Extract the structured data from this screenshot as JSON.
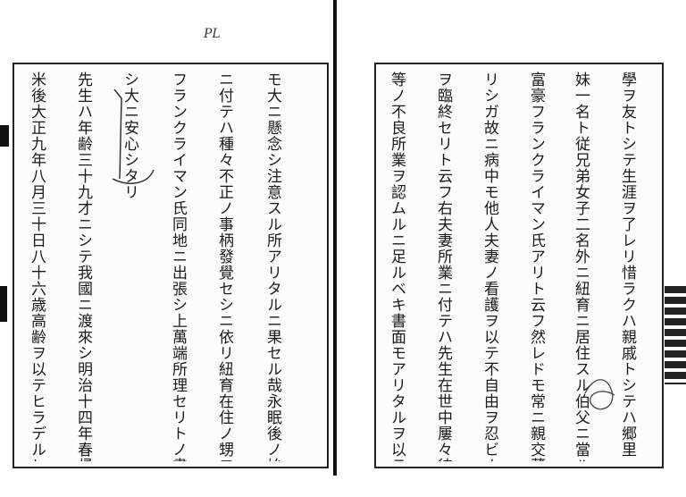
{
  "document": {
    "left_page": {
      "columns": [
        "米後大正九年八月三十日八十六歳高齢ヲ以テヒラデルヒヤ",
        "先生ハ年齢三十九才ニシテ我國ニ渡來シ明治十四年春帰",
        "シ大ニ安心シタリ",
        "フランクライマン氏同地ニ出張シ上萬端所理セリトノ書状ヲ接",
        "ニ付テハ種々不正ノ事柄發覺セシニ依リ紐育在住ノ甥フ",
        "モ大ニ懸念シ注意スル所アリタルニ果セル哉永眠後ノ始末"
      ],
      "margin_note": "PL"
    },
    "right_page": {
      "columns": [
        "等ノ不良所業ヲ認ムルニ足ルベキ書面モアリタルヲ以テ贈金ニ付テ",
        "ヲ臨終セリト云フ右夫妻所業ニ付テハ先生在世中屢々彼",
        "リシガ故ニ病中モ他人夫妻ノ看護ヲ以テ不自由ヲ忍ビナガ",
        "富豪フランクライマン氏アリト云フ然レドモ常ニ親交薄カ",
        "妹一名ト従兄弟女子二名外ニ紐育ニ居住スル伯父ニ當ル",
        "學ヲ友トシテ生涯ヲ了レリ惜ラクハ親戚トシテハ郷里ニハ"
      ]
    }
  }
}
